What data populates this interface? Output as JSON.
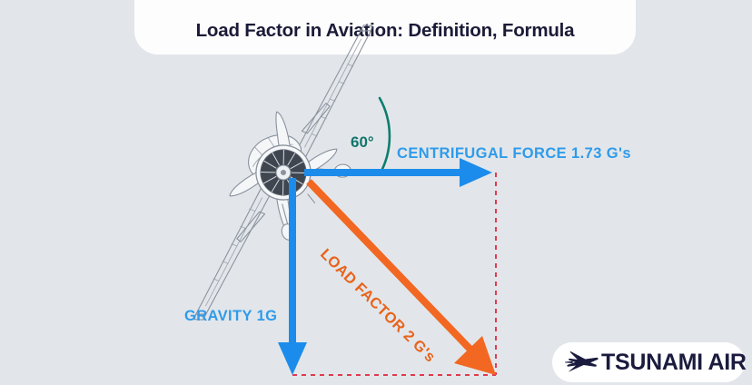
{
  "header": {
    "title": "Load Factor in Aviation: Definition, Formula"
  },
  "diagram": {
    "angle_label": "60°",
    "centrifugal_label": "CENTRIFUGAL FORCE 1.73 G's",
    "gravity_label": "GRAVITY 1G",
    "load_factor_label": "LOAD FACTOR 2 G's",
    "aircraft_icon": "propeller-airplane-line-drawing",
    "colors": {
      "background": "#e2e6ea",
      "card": "#fdfdfd",
      "title_text": "#1b1b38",
      "vector_blue": "#1b8ceb",
      "label_blue": "#2f9bea",
      "vector_orange": "#f26722",
      "label_orange": "#e8631b",
      "angle_green": "#12756b",
      "dashed_red": "#e03a4e",
      "aircraft_line": "#7d8592",
      "logo_navy": "#1b1b3f"
    }
  },
  "logo": {
    "text": "TSUNAMI AIR",
    "icon": "airplane-icon"
  },
  "chart_data": {
    "type": "diagram",
    "title": "Load Factor in Aviation: Definition, Formula",
    "description": "Vector diagram of forces on a banked aircraft",
    "bank_angle_deg": 60,
    "vectors": [
      {
        "name": "CENTRIFUGAL FORCE",
        "magnitude": 1.73,
        "unit": "G's",
        "direction": "horizontal-right",
        "color": "#1b8ceb"
      },
      {
        "name": "GRAVITY",
        "magnitude": 1,
        "unit": "G",
        "direction": "vertical-down",
        "color": "#1b8ceb"
      },
      {
        "name": "LOAD FACTOR",
        "magnitude": 2,
        "unit": "G's",
        "direction": "diagonal-down-right",
        "color": "#f26722"
      }
    ],
    "annotations": [
      "60°"
    ],
    "grid": false,
    "legend": "none"
  }
}
